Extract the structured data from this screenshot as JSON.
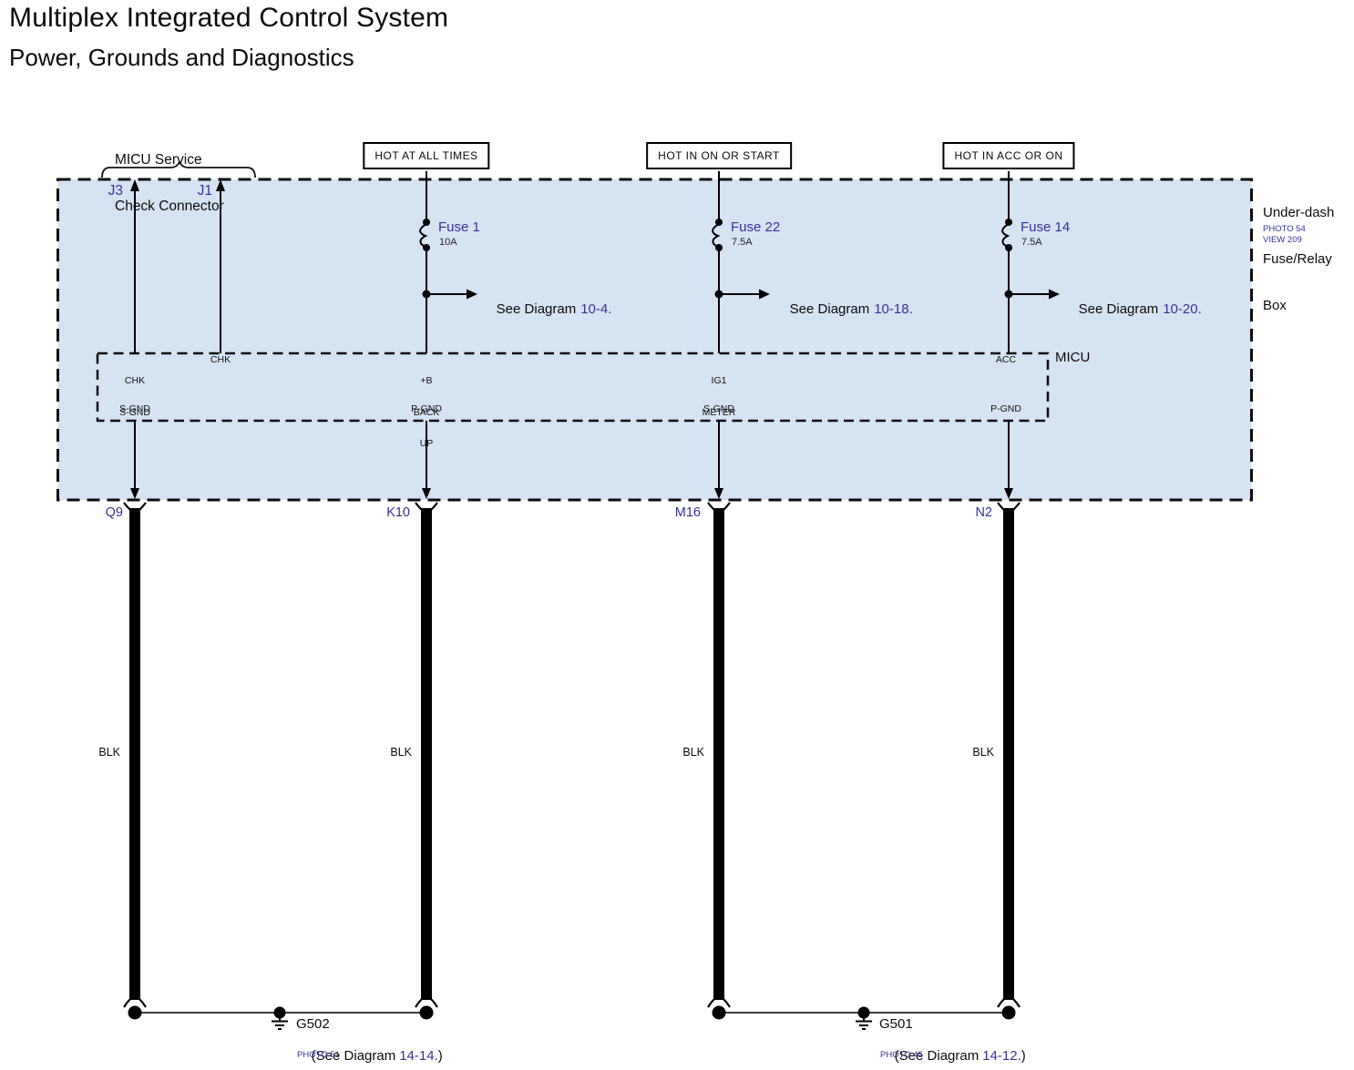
{
  "header": {
    "title": "Multiplex Integrated Control System",
    "subtitle": "Power, Grounds and Diagnostics"
  },
  "colors": {
    "link_blue": "#333399",
    "fuse_box_fill": "#d5e3f3",
    "wire_black": "#000000"
  },
  "service_connector": {
    "line1": "MICU Service",
    "line2": "Check Connector"
  },
  "hot": {
    "h1": "HOT AT ALL TIMES",
    "h2": "HOT IN ON OR START",
    "h3": "HOT IN ACC OR ON"
  },
  "fuse_box": {
    "name1": "Under-dash",
    "name2": "Fuse/Relay",
    "name3": "Box",
    "photo": "PHOTO 54",
    "view": "VIEW 209"
  },
  "top_pins": {
    "j3": "J3",
    "j1": "J1"
  },
  "fuses": {
    "f1": {
      "name": "Fuse 1",
      "amp": "10A",
      "see": "See Diagram",
      "ref": "10-4."
    },
    "f2": {
      "name": "Fuse 22",
      "amp": "7.5A",
      "see": "See Diagram",
      "ref": "10-18."
    },
    "f3": {
      "name": "Fuse 14",
      "amp": "7.5A",
      "see": "See Diagram",
      "ref": "10-20."
    }
  },
  "micu": {
    "label": "MICU",
    "pins_top": {
      "p1a": "CHK",
      "p1b": "S-GND",
      "p2": "CHK",
      "p3a": "+B",
      "p3b": "BACK",
      "p3c": "UP",
      "p4a": "IG1",
      "p4b": "METER",
      "p5": "ACC"
    },
    "pins_bottom": {
      "b1": "S-GND",
      "b2": "P-GND",
      "b3": "S-GND",
      "b4": "P-GND"
    }
  },
  "lower": {
    "connectors": {
      "c1": "Q9",
      "c2": "K10",
      "c3": "M16",
      "c4": "N2"
    },
    "wire_colors": {
      "w1": "BLK",
      "w2": "BLK",
      "w3": "BLK",
      "w4": "BLK"
    }
  },
  "grounds": {
    "g1": {
      "name": "G502",
      "pre": "(See Diagram",
      "ref": "14-14.",
      "post": ")",
      "photo": "PHOTO 51"
    },
    "g2": {
      "name": "G501",
      "pre": "(See Diagram",
      "ref": "14-12.",
      "post": ")",
      "photo": "PHOTO 45"
    }
  }
}
